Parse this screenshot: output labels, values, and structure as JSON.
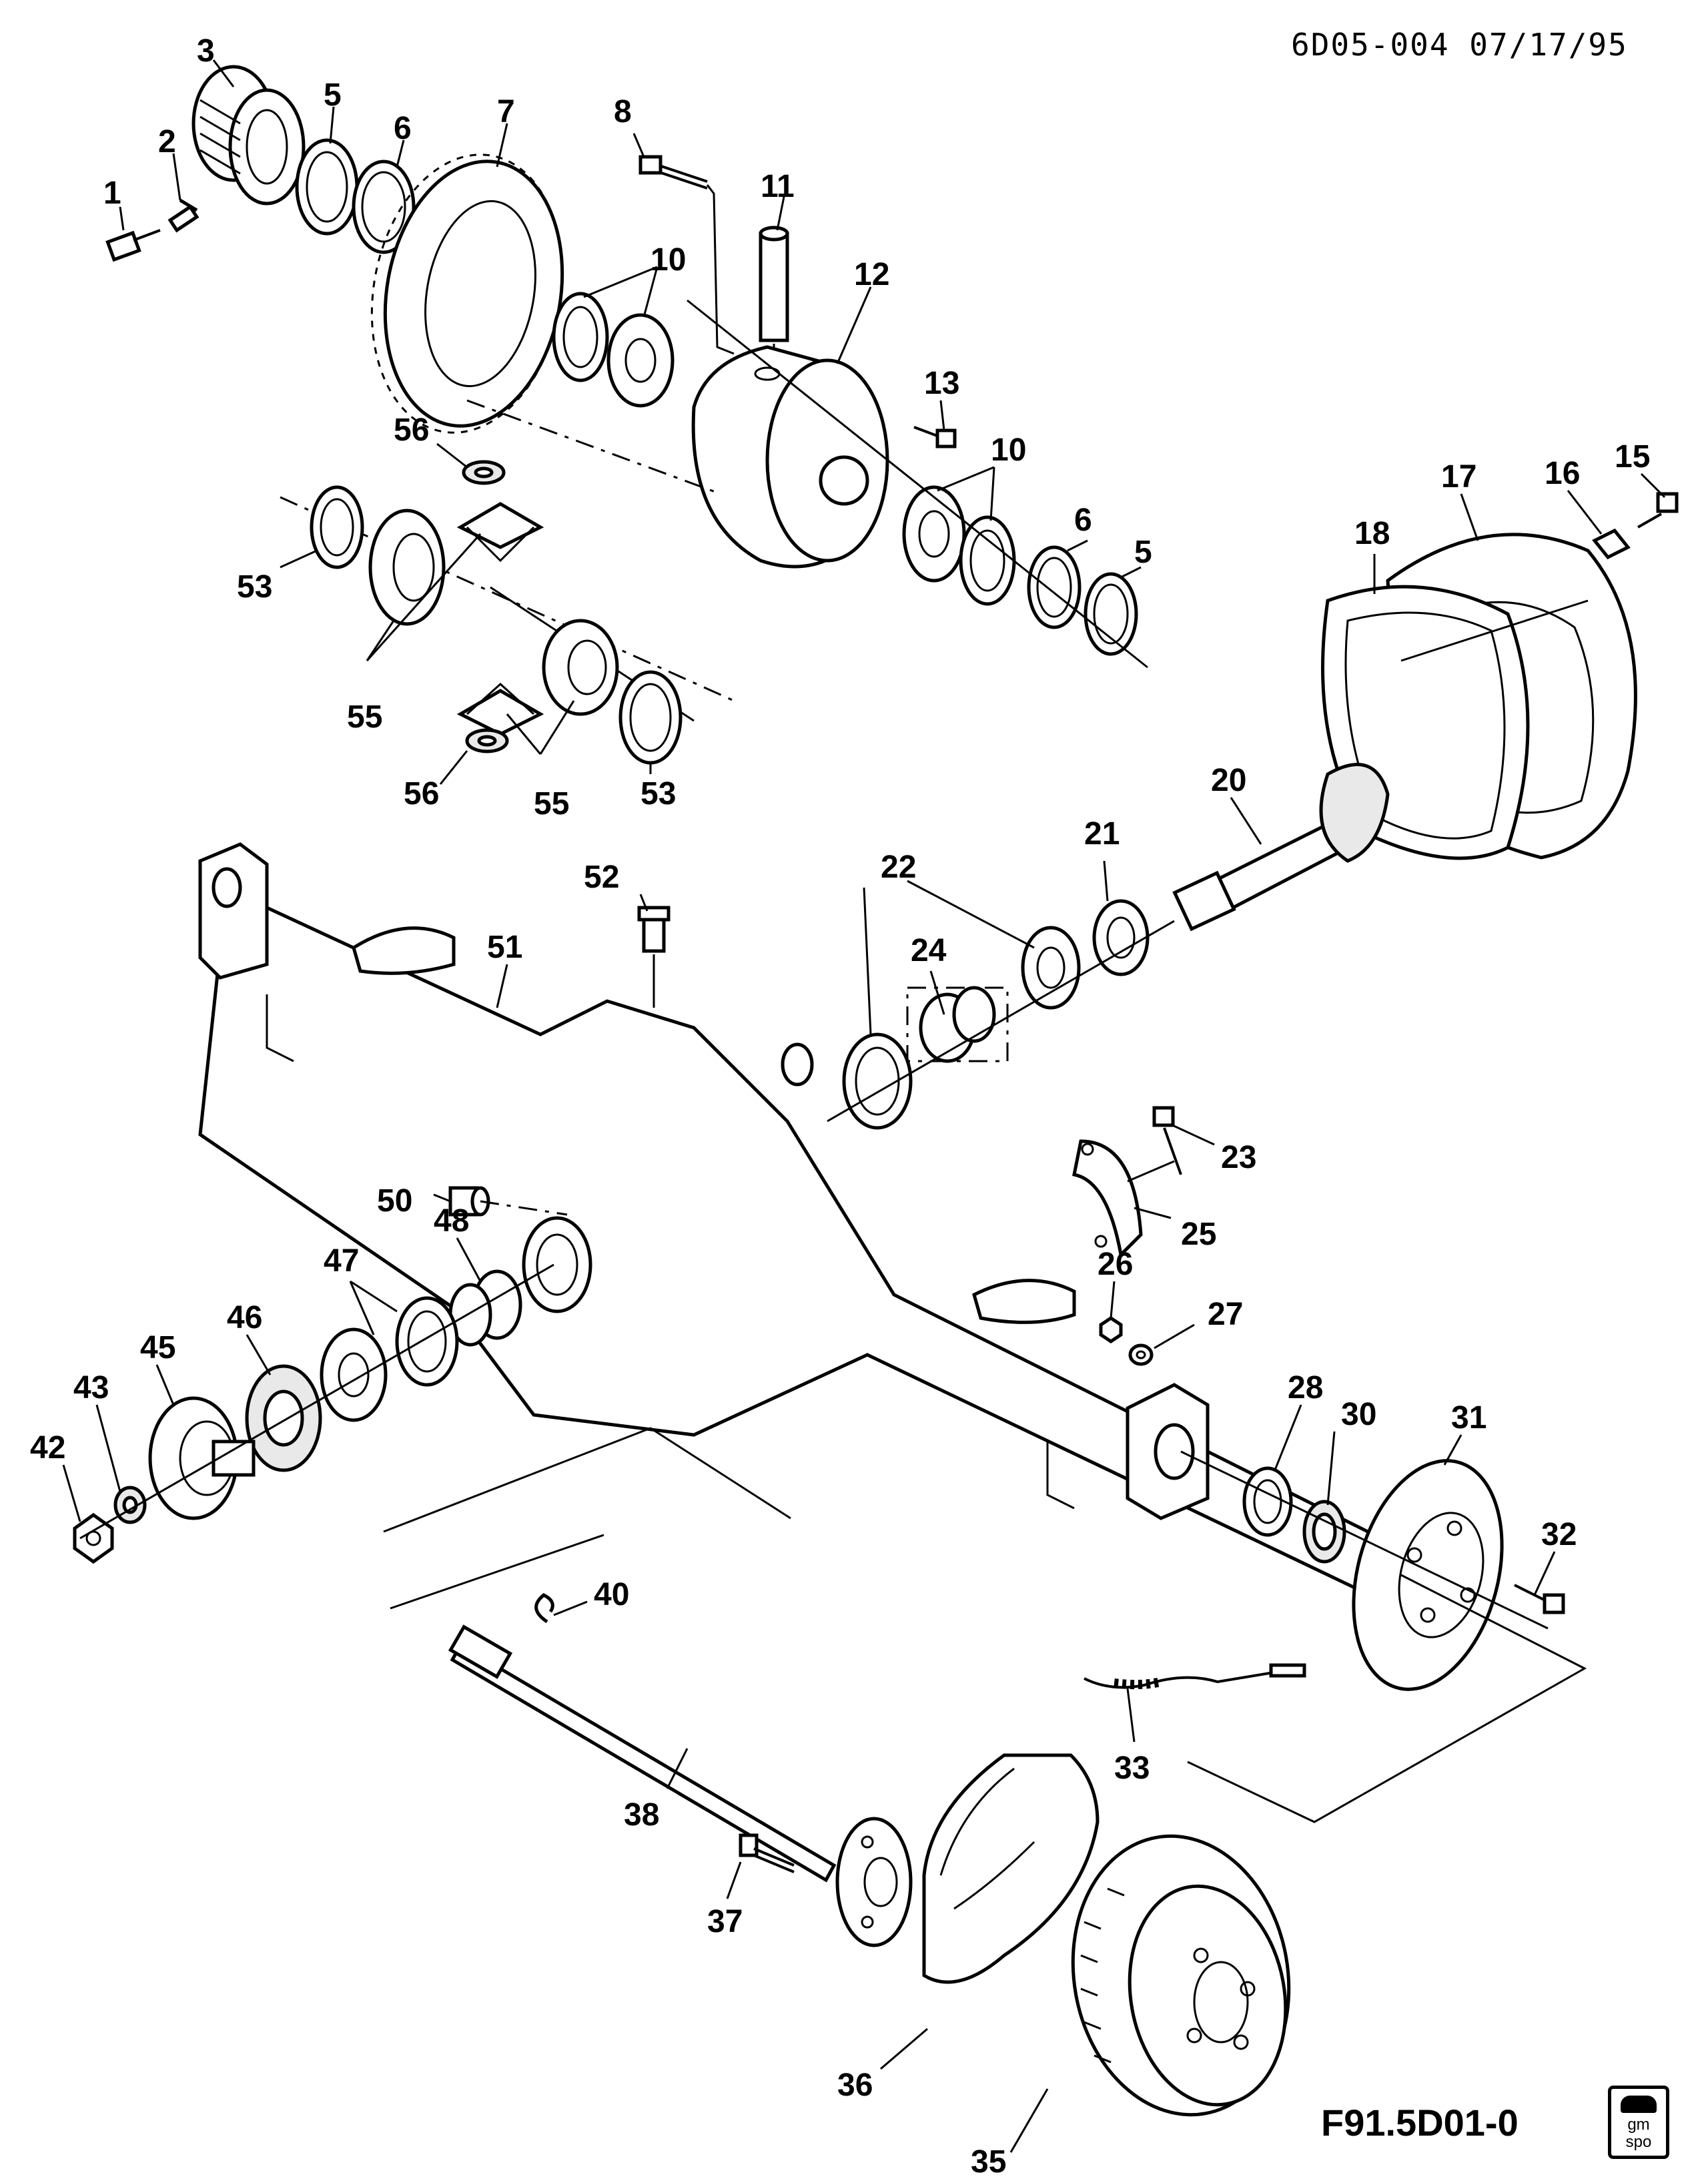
{
  "header": {
    "drawing_code": "6D05-004 07/17/95"
  },
  "footer": {
    "figure_id": "F91.5D01-0",
    "logo_line1": "gm",
    "logo_line2": "spo"
  },
  "callouts": [
    "1",
    "2",
    "3",
    "5",
    "6",
    "7",
    "8",
    "10",
    "11",
    "12",
    "13",
    "10",
    "6",
    "5",
    "15",
    "16",
    "17",
    "18",
    "56",
    "53",
    "55",
    "55",
    "56",
    "53",
    "20",
    "21",
    "22",
    "24",
    "52",
    "51",
    "23",
    "25",
    "50",
    "48",
    "47",
    "46",
    "45",
    "43",
    "42",
    "26",
    "27",
    "28",
    "30",
    "31",
    "32",
    "40",
    "33",
    "38",
    "37",
    "36",
    "35"
  ]
}
